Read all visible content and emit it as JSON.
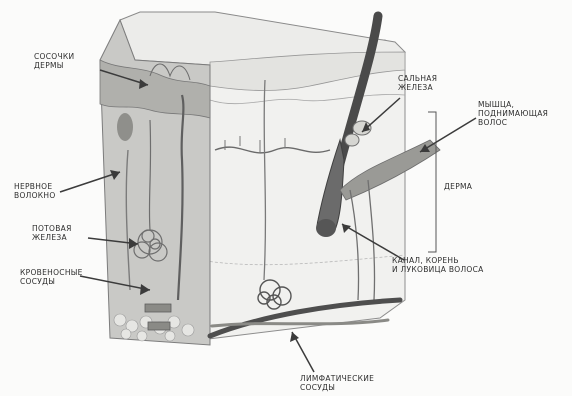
{
  "labels": {
    "papillae": [
      "СОСОЧКИ",
      "ДЕРМЫ"
    ],
    "nerve": [
      "НЕРВНОЕ",
      "ВОЛОКНО"
    ],
    "sweat": [
      "ПОТОВАЯ",
      "ЖЕЛЕЗА"
    ],
    "blood": [
      "КРОВЕНОСНЫЕ",
      "СОСУДЫ"
    ],
    "sebaceous": [
      "САЛЬНАЯ",
      "ЖЕЛЕЗА"
    ],
    "muscle": [
      "МЫШЦА,",
      "ПОДНИМАЮЩАЯ",
      "ВОЛОС"
    ],
    "dermis": [
      "ДЕРМА"
    ],
    "hair": [
      "КАНАЛ, КОРЕНЬ",
      "И ЛУКОВИЦА ВОЛОСА"
    ],
    "lymph": [
      "ЛИМФАТИЧЕСКИЕ",
      "СОСУДЫ"
    ]
  }
}
